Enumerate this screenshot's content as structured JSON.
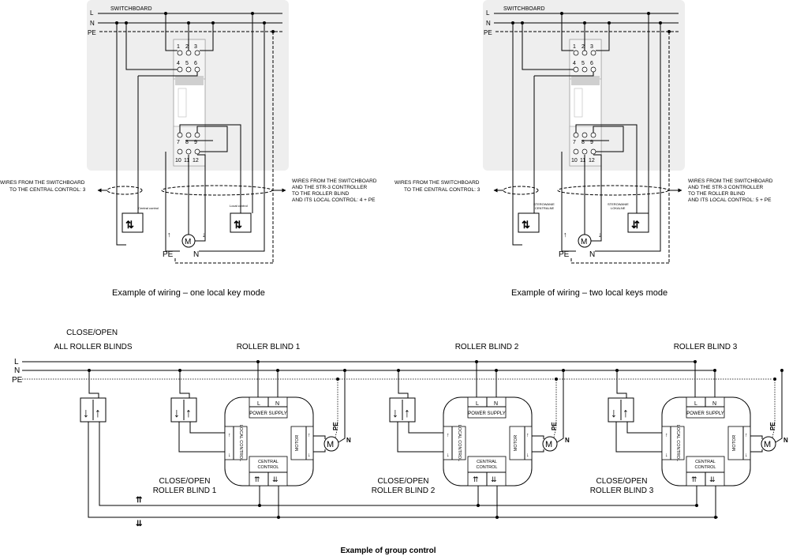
{
  "top_left": {
    "switchboard": "SWITCHBOARD",
    "lines": [
      "L",
      "N",
      "PE"
    ],
    "terminals_top": [
      "1",
      "2",
      "3"
    ],
    "terminals_mid": [
      "4",
      "5",
      "6"
    ],
    "terminals_low": [
      "7",
      "8",
      "9"
    ],
    "terminals_bot": [
      "10",
      "11",
      "12"
    ],
    "central_label": "Central control",
    "local_label": "Local control",
    "note_left": [
      "WIRES FROM THE SWITCHBOARD",
      "TO THE CENTRAL CONTROL: 3"
    ],
    "note_right": [
      "WIRES FROM THE SWITCHBOARD",
      "AND THE STR-3 CONTROLLER",
      "TO THE ROLLER BLIND",
      "AND ITS LOCAL CONTROL: 4 + PE"
    ],
    "motor": "M",
    "pe": "PE",
    "n": "N",
    "caption": "Example of wiring – one local key mode"
  },
  "top_right": {
    "switchboard": "SWITCHBOARD",
    "lines": [
      "L",
      "N",
      "PE"
    ],
    "terminals_top": [
      "1",
      "2",
      "3"
    ],
    "terminals_mid": [
      "4",
      "5",
      "6"
    ],
    "terminals_low": [
      "7",
      "8",
      "9"
    ],
    "terminals_bot": [
      "10",
      "11",
      "12"
    ],
    "central_label": [
      "STEROWANIE",
      "CENTRALNE"
    ],
    "local_label": [
      "STEROWANIE",
      "LOKALNE"
    ],
    "note_left": [
      "WIRES FROM THE SWITCHBOARD",
      "TO THE CENTRAL CONTROL: 3"
    ],
    "note_right": [
      "WIRES FROM THE SWITCHBOARD",
      "AND THE STR-3 CONTROLLER",
      "TO THE ROLLER BLIND",
      "AND ITS LOCAL CONTROL: 5 + PE"
    ],
    "motor": "M",
    "pe": "PE",
    "n": "N",
    "caption": "Example of wiring – two local keys mode"
  },
  "group": {
    "lines": [
      "L",
      "N",
      "PE"
    ],
    "all_label": [
      "CLOSE/OPEN",
      "ALL ROLLER BLINDS"
    ],
    "blinds": [
      {
        "title": "ROLLER BLIND 1",
        "close": [
          "CLOSE/OPEN",
          "ROLLER BLIND 1"
        ]
      },
      {
        "title": "ROLLER BLIND 2",
        "close": [
          "CLOSE/OPEN",
          "ROLLER BLIND 2"
        ]
      },
      {
        "title": "ROLLER BLIND 3",
        "close": [
          "CLOSE/OPEN",
          "ROLLER BLIND 3"
        ]
      }
    ],
    "l": "L",
    "n": "N",
    "power_supply": "POWER SUPPLY",
    "local_control": "LOCAL CONTROL",
    "motor_label": "MOTOR",
    "central_control": [
      "CENTRAL",
      "CONTROL"
    ],
    "pe": "PE",
    "motor": "M",
    "caption": "Example of group control"
  }
}
